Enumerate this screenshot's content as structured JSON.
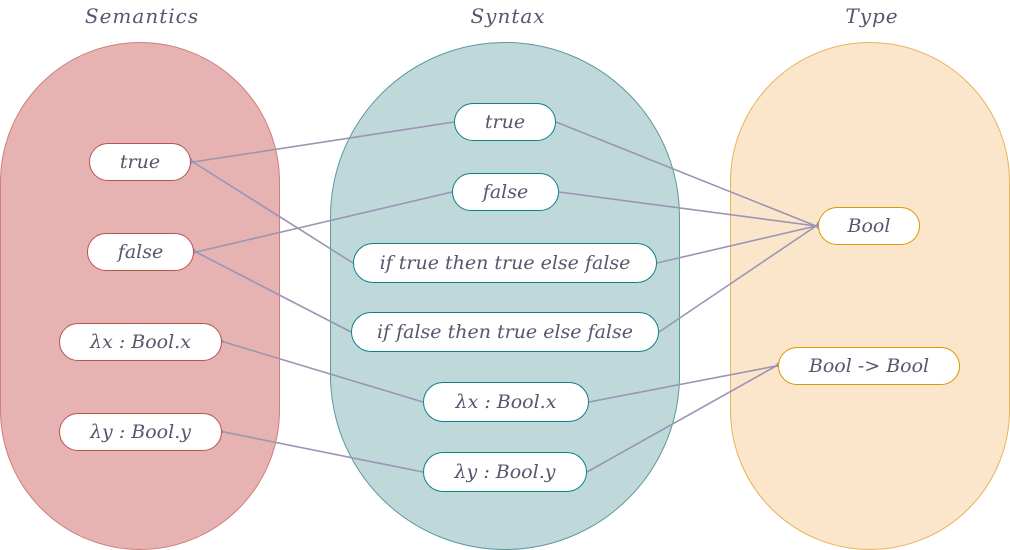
{
  "colors": {
    "semantics_fill": "#e6b3b2",
    "semantics_stroke": "#d07f7d",
    "syntax_fill": "#bfd8da",
    "syntax_stroke": "#5a9aa0",
    "type_fill": "#fbe5cb",
    "type_stroke": "#e8b45a",
    "arrow": "#9a95b3",
    "text": "#56566e"
  },
  "columns": {
    "semantics": {
      "title": "Semantics",
      "nodes": [
        {
          "id": "sem_true",
          "label": "true"
        },
        {
          "id": "sem_false",
          "label": "false"
        },
        {
          "id": "sem_lx",
          "label": "λx : Bool.x"
        },
        {
          "id": "sem_ly",
          "label": "λy : Bool.y"
        }
      ]
    },
    "syntax": {
      "title": "Syntax",
      "nodes": [
        {
          "id": "syn_true",
          "label": "true"
        },
        {
          "id": "syn_false",
          "label": "false"
        },
        {
          "id": "syn_iftrue",
          "label": "if true then true else false"
        },
        {
          "id": "syn_iffalse",
          "label": "if false then true else false"
        },
        {
          "id": "syn_lx",
          "label": "λx : Bool.x"
        },
        {
          "id": "syn_ly",
          "label": "λy : Bool.y"
        }
      ]
    },
    "type": {
      "title": "Type",
      "nodes": [
        {
          "id": "typ_bool",
          "label": "Bool"
        },
        {
          "id": "typ_fun",
          "label": "Bool -> Bool"
        }
      ]
    }
  },
  "edges": [
    {
      "from": "syn_true",
      "to": "sem_true"
    },
    {
      "from": "syn_iftrue",
      "to": "sem_true"
    },
    {
      "from": "syn_false",
      "to": "sem_false"
    },
    {
      "from": "syn_iffalse",
      "to": "sem_false"
    },
    {
      "from": "syn_lx",
      "to": "sem_lx"
    },
    {
      "from": "syn_ly",
      "to": "sem_ly"
    },
    {
      "from": "syn_true",
      "to": "typ_bool"
    },
    {
      "from": "syn_false",
      "to": "typ_bool"
    },
    {
      "from": "syn_iftrue",
      "to": "typ_bool"
    },
    {
      "from": "syn_iffalse",
      "to": "typ_bool"
    },
    {
      "from": "syn_lx",
      "to": "typ_fun"
    },
    {
      "from": "syn_ly",
      "to": "typ_fun"
    }
  ]
}
